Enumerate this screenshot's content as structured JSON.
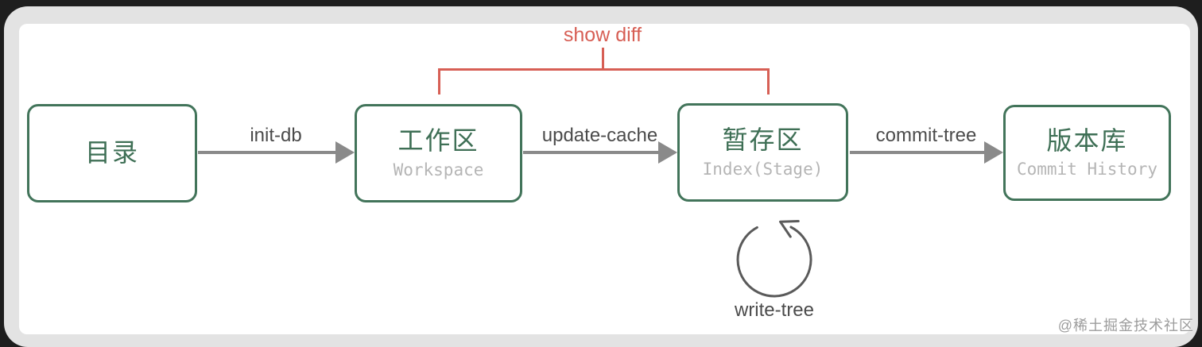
{
  "palette": {
    "node_border_green": "#42745a",
    "node_title_green": "#3e6f55",
    "subtitle_gray": "#b5b5b5",
    "arrow_gray": "#8a8a8a",
    "edge_label_gray": "#4b4b4b",
    "accent_red": "#d75f55",
    "loop_stroke_gray": "#5a5a5a",
    "card_frame_gray": "#e3e3e3",
    "canvas_white": "#ffffff",
    "background_black": "#1e1e1e",
    "watermark_gray": "#9c9c9c"
  },
  "diagram": {
    "nodes": [
      {
        "title": "目录",
        "subtitle": ""
      },
      {
        "title": "工作区",
        "subtitle": "Workspace"
      },
      {
        "title": "暂存区",
        "subtitle": "Index(Stage)"
      },
      {
        "title": "版本库",
        "subtitle": "Commit History"
      }
    ],
    "edges": [
      {
        "label": "init-db",
        "from": "目录",
        "to": "工作区"
      },
      {
        "label": "update-cache",
        "from": "工作区",
        "to": "暂存区"
      },
      {
        "label": "commit-tree",
        "from": "暂存区",
        "to": "版本库"
      }
    ],
    "bracket": {
      "label": "show diff",
      "spans": [
        "工作区",
        "暂存区"
      ]
    },
    "self_loop": {
      "label": "write-tree",
      "on": "暂存区"
    }
  },
  "watermark": "@稀土掘金技术社区"
}
